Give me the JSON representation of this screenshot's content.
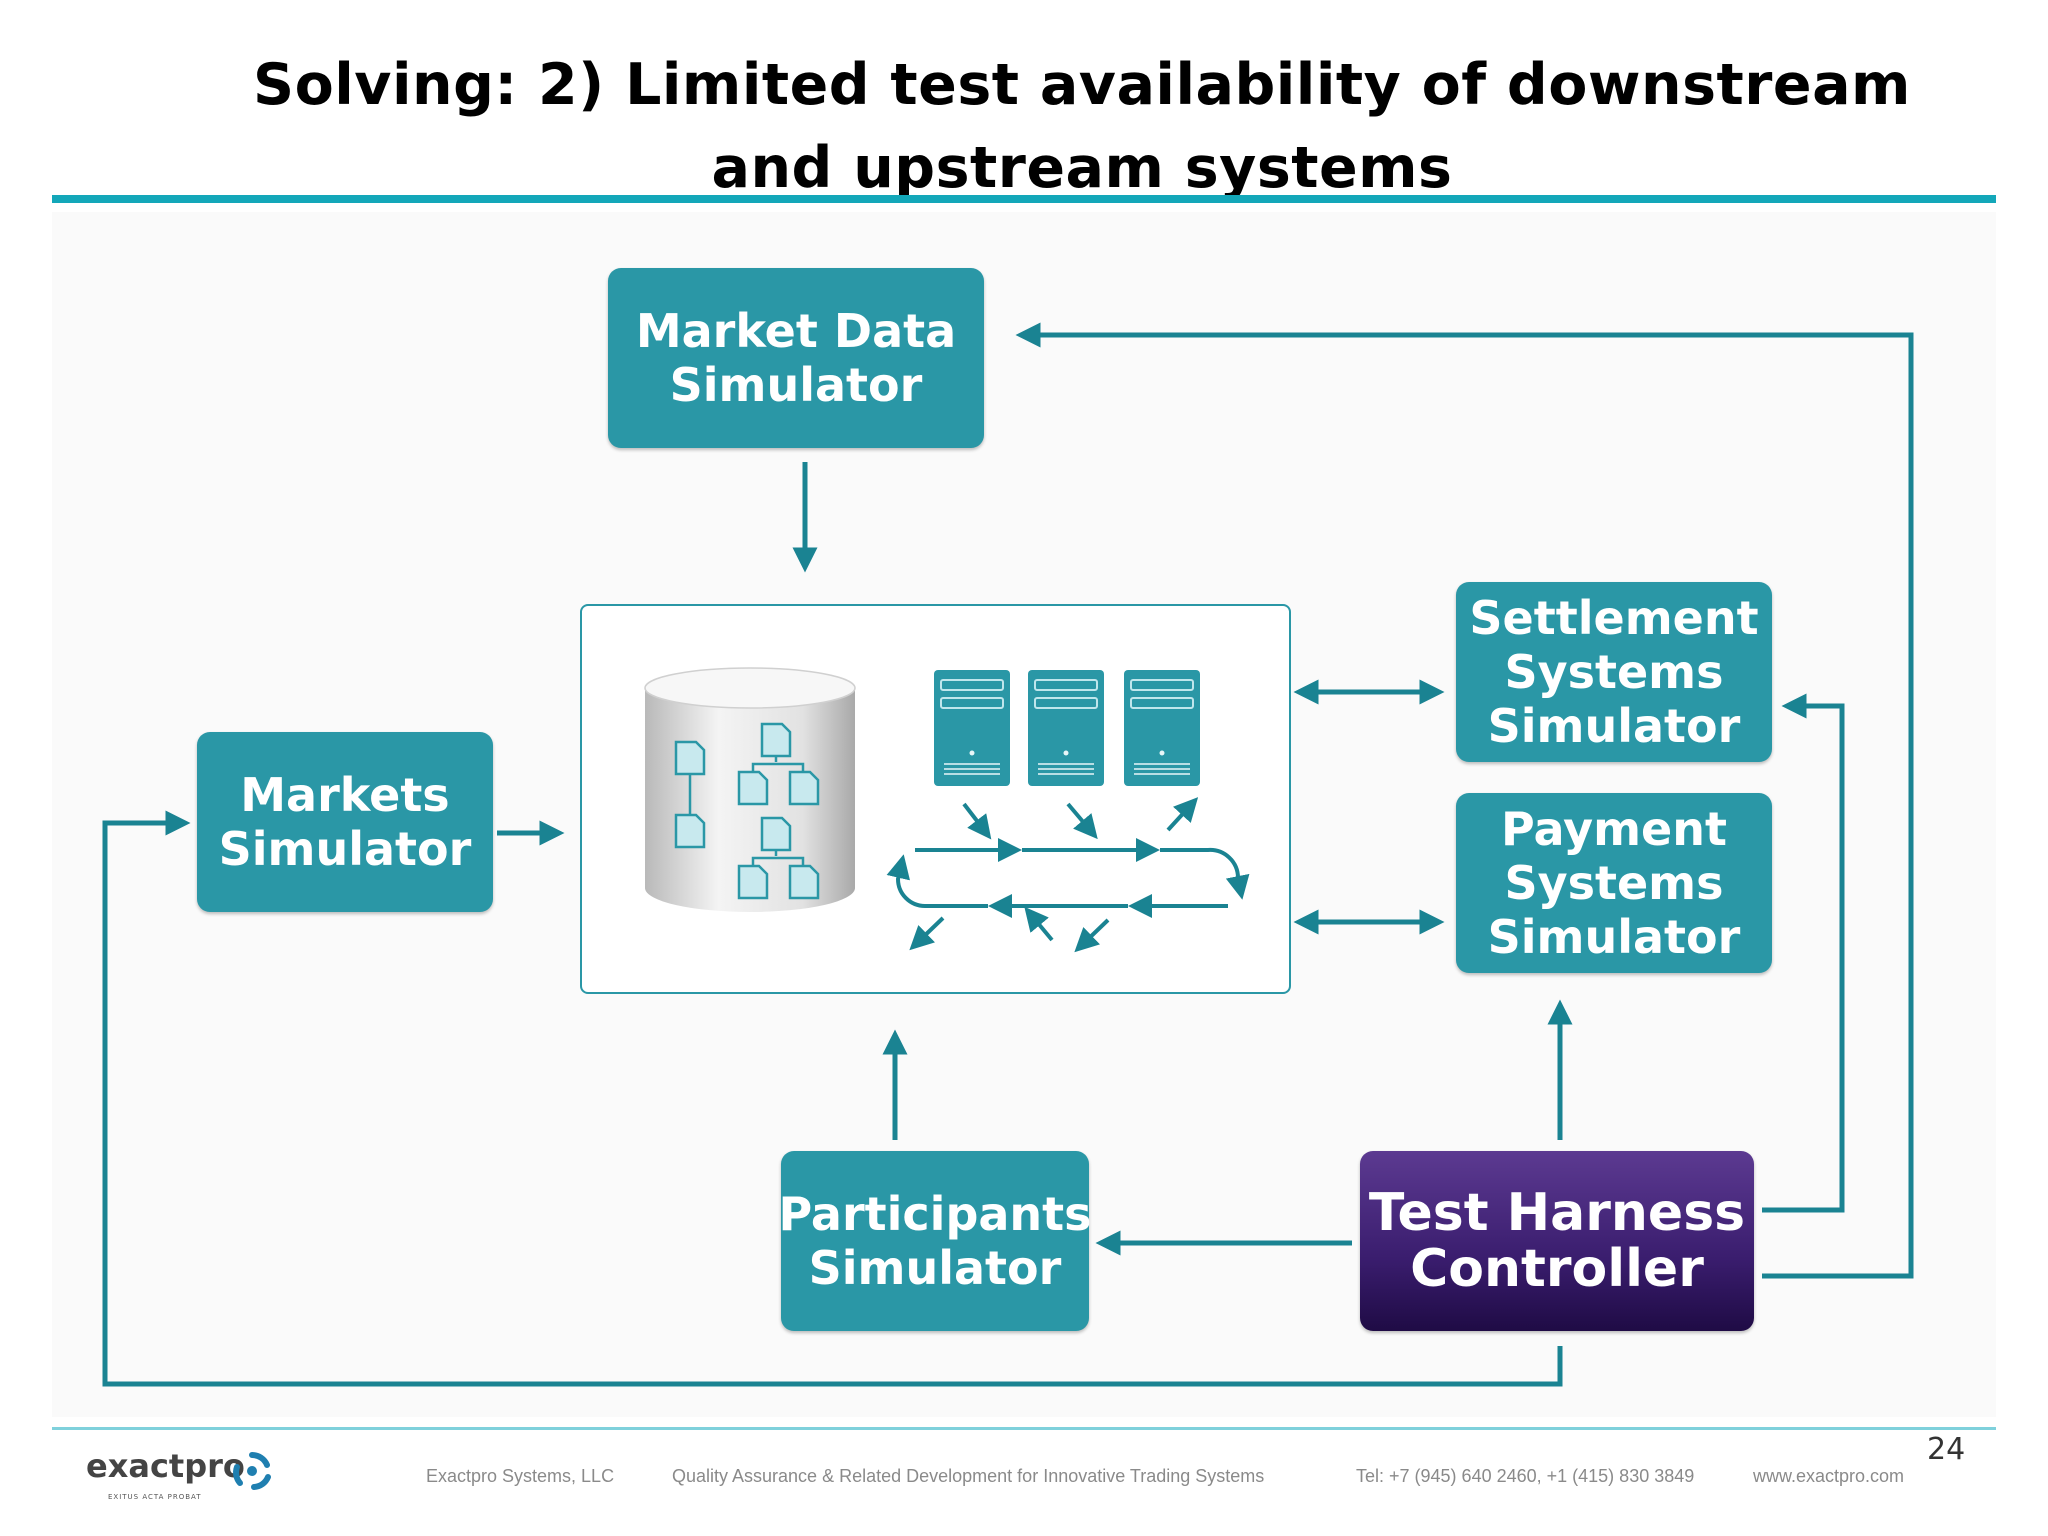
{
  "title": {
    "line1": "Solving: 2) Limited  test availability of downstream",
    "line2": "and upstream systems"
  },
  "boxes": {
    "market_data": "Market Data\nSimulator",
    "markets": "Markets\nSimulator",
    "settlement": "Settlement\nSystems\nSimulator",
    "payment": "Payment\nSystems\nSimulator",
    "participants": "Participants\nSimulator",
    "controller": "Test Harness\nController"
  },
  "colors": {
    "teal": "#2a97a6",
    "accent_rule": "#13a7b9",
    "controller": "#3a1d6e"
  },
  "footer": {
    "page_number": "24",
    "logo": {
      "name": "exactpro",
      "motto": "EXITUS ACTA PROBAT",
      "icon": "exactpro-swirl-icon"
    },
    "company": "Exactpro Systems, LLC",
    "tagline": "Quality Assurance & Related Development for Innovative Trading Systems",
    "phone": "Tel: +7 (945) 640 2460, +1 (415) 830 3849",
    "website": "www.exactpro.com"
  }
}
